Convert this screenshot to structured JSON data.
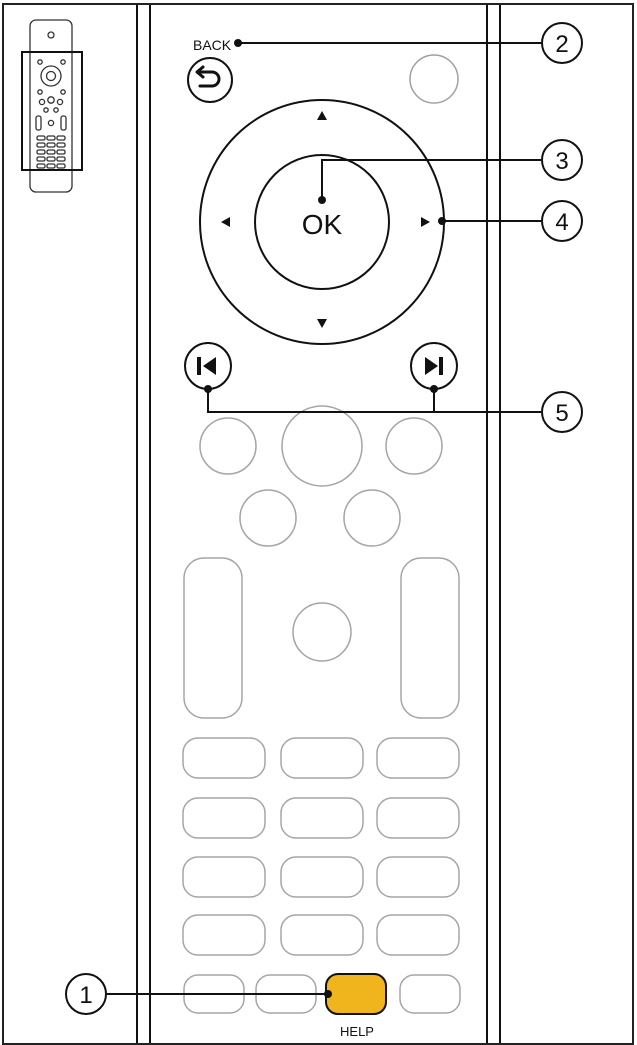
{
  "labels": {
    "back": "BACK",
    "ok": "OK",
    "help": "HELP"
  },
  "callouts": [
    "1",
    "2",
    "3",
    "4",
    "5"
  ],
  "icons": {
    "back": "back-arrow-icon",
    "up": "arrow-up-icon",
    "down": "arrow-down-icon",
    "left": "arrow-left-icon",
    "right": "arrow-right-icon",
    "previous": "skip-previous-icon",
    "next": "skip-next-icon"
  },
  "colors": {
    "highlight": "#f0b41c",
    "outline": "#9a9a9a",
    "ink": "#111111"
  }
}
